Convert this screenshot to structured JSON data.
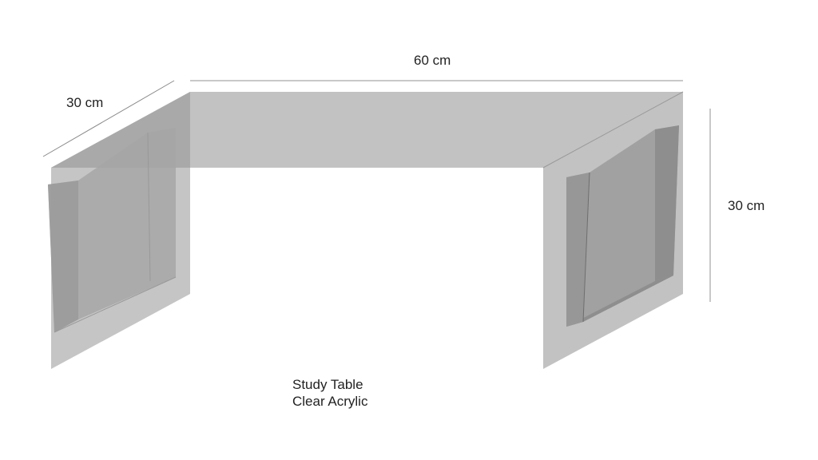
{
  "diagram": {
    "type": "product-dimension-drawing",
    "subject": "acrylic waterfall table",
    "dimensions": {
      "width": {
        "label": "60 cm",
        "value": 60,
        "unit": "cm"
      },
      "depth": {
        "label": "30 cm",
        "value": 30,
        "unit": "cm"
      },
      "height": {
        "label": "30 cm",
        "value": 30,
        "unit": "cm"
      }
    },
    "caption": {
      "line1": "Study Table",
      "line2": "Clear Acrylic"
    },
    "colors": {
      "background": "#ffffff",
      "panel": "#c2c2c2",
      "panel_top_left_overlap": "#a8a8a8",
      "cutout": "#9e9e9e",
      "cutout_side": "#8c8c8c",
      "edge_line": "#888888",
      "dimension_line": "#c8c8c8",
      "text": "#222222"
    }
  }
}
